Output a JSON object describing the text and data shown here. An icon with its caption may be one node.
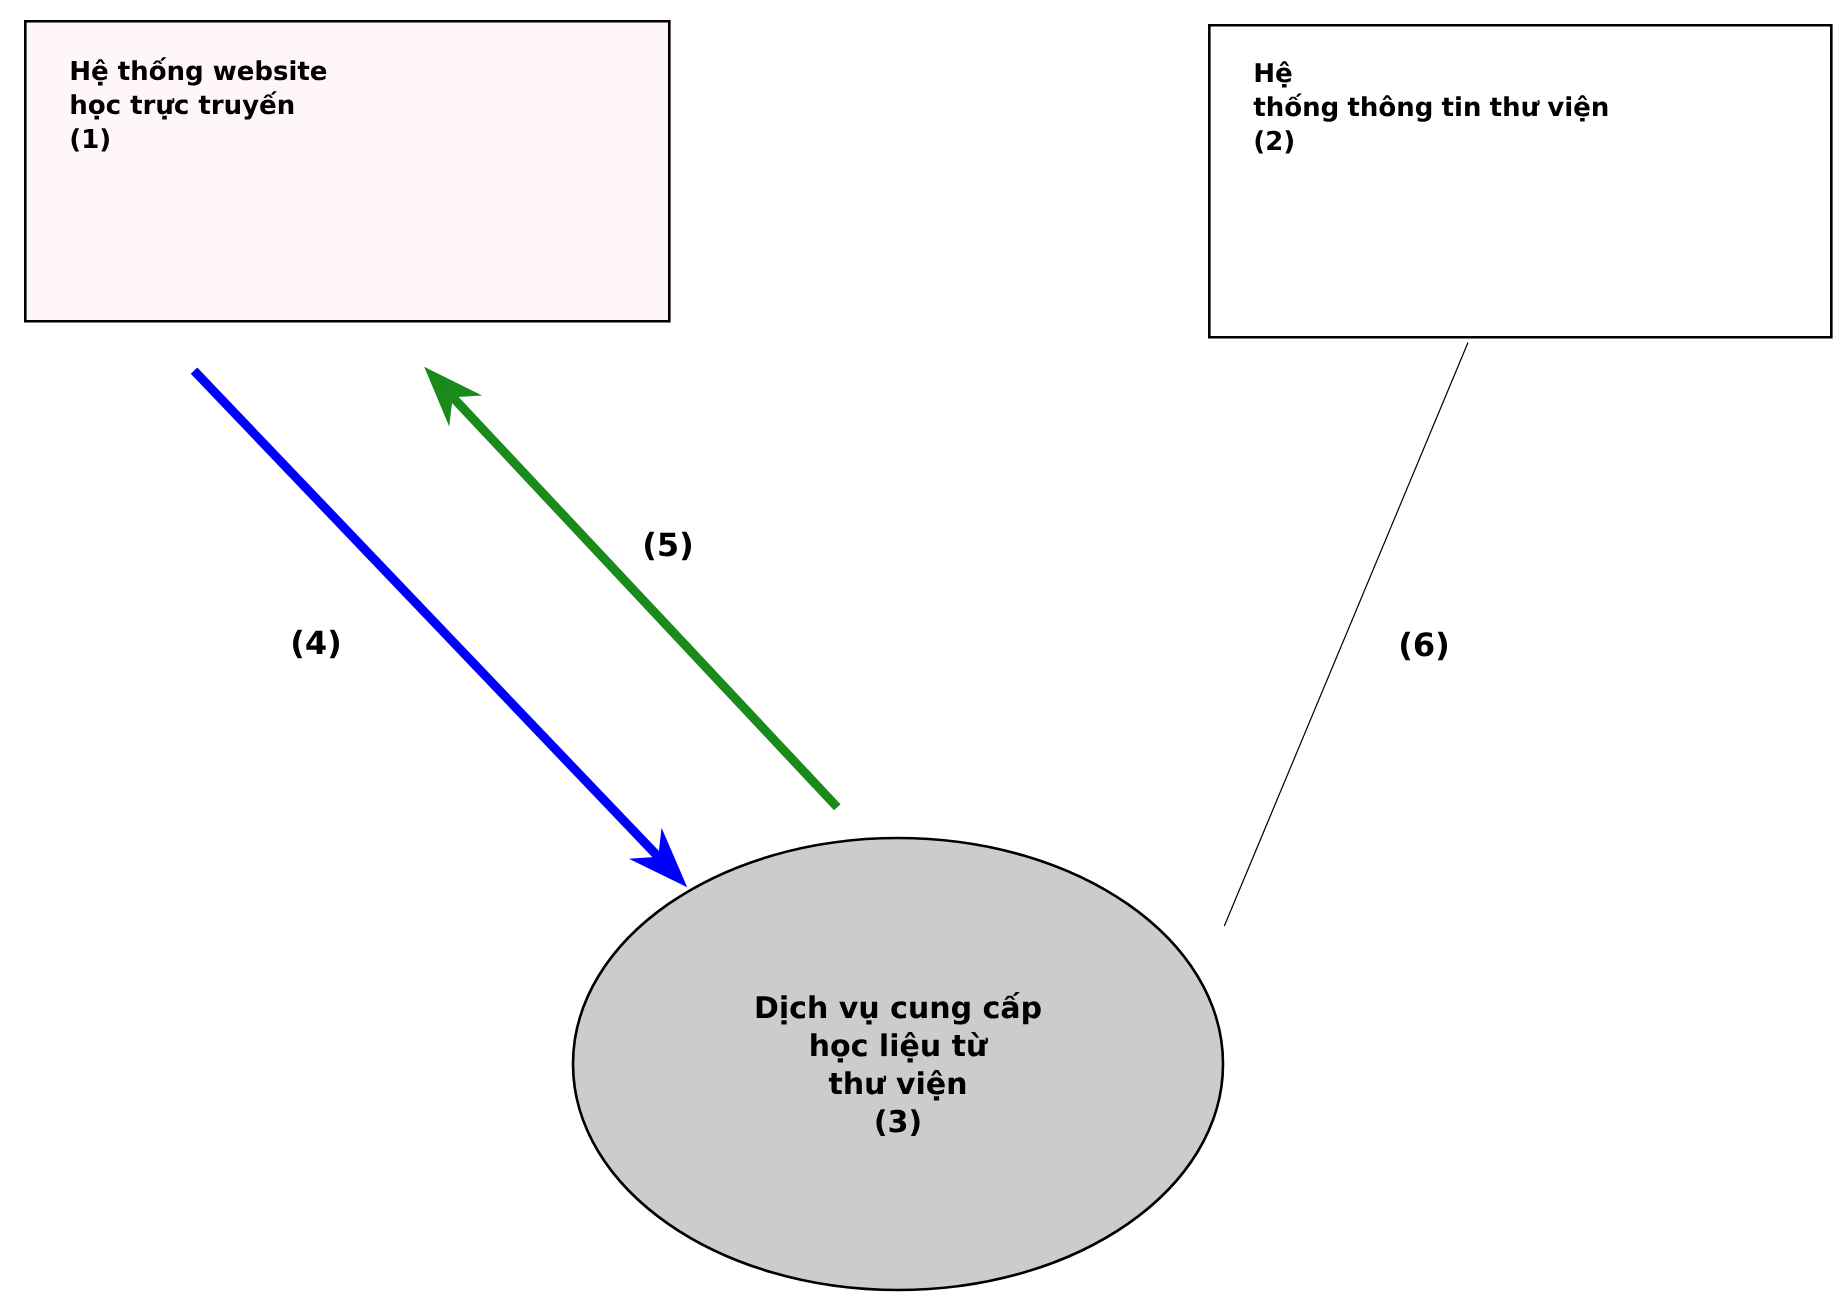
{
  "diagram": {
    "nodes": [
      {
        "text": [
          "Hệ thống website học trực truyến",
          "(1)"
        ]
      },
      {
        "text": [
          "Hệ thống thông tin thư viện",
          "(2)"
        ]
      },
      {
        "text": [
          "Dịch vụ cung cấp học liệu từ thư viện",
          "(3)"
        ]
      }
    ],
    "edges": [
      {
        "from": 0,
        "to": 2,
        "arrow": "to",
        "label": "(4)",
        "color": "#0000ff"
      },
      {
        "from": 2,
        "to": 0,
        "arrow": "to",
        "label": "(5)",
        "color": "#1a8a1a"
      },
      {
        "from": 1,
        "to": 2,
        "arrow": "none",
        "label": "(6)",
        "color": "#000000"
      }
    ]
  }
}
